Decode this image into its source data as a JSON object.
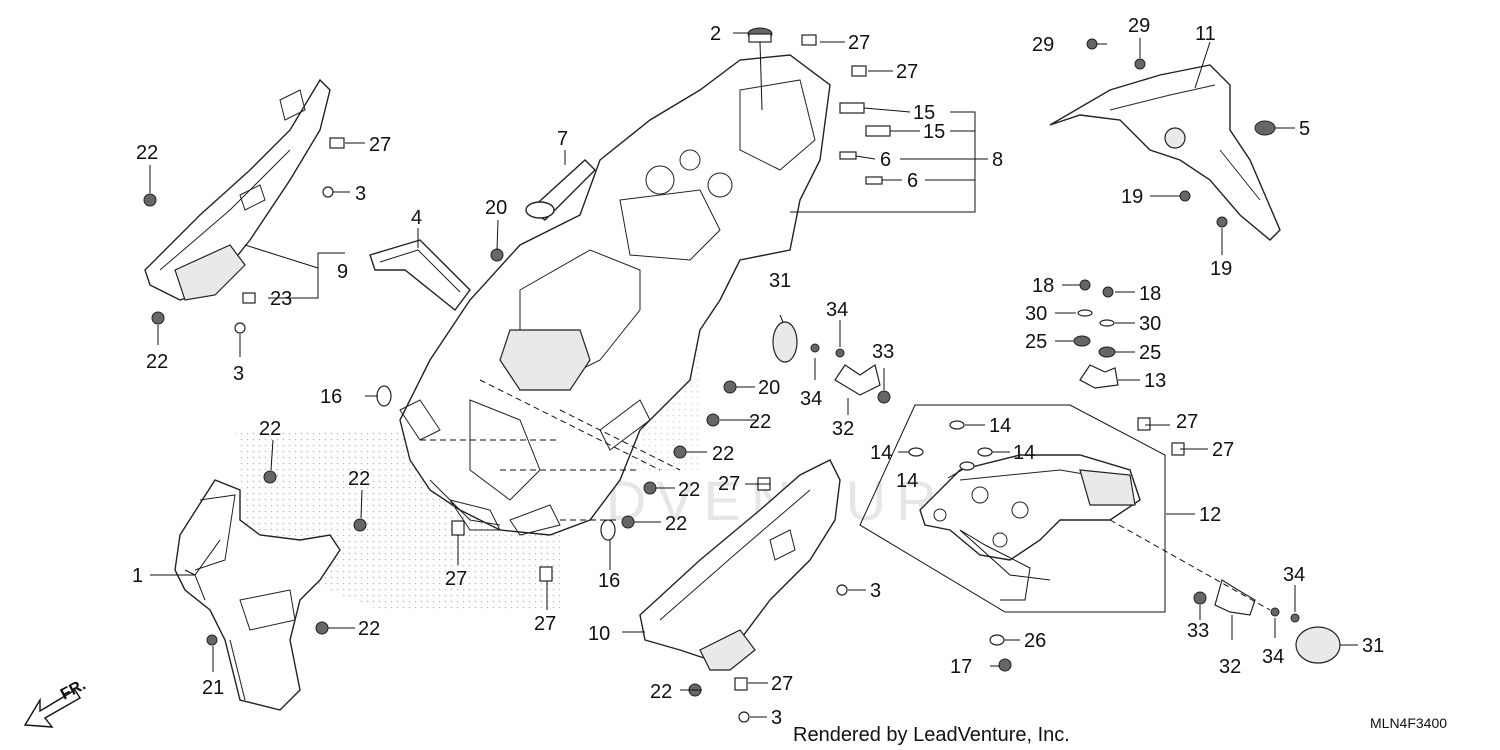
{
  "diagram": {
    "callouts": {
      "c1": "1",
      "c2": "2",
      "c3a": "3",
      "c3b": "3",
      "c3c": "3",
      "c3d": "3",
      "c4": "4",
      "c5": "5",
      "c6a": "6",
      "c6b": "6",
      "c7": "7",
      "c8": "8",
      "c9": "9",
      "c10": "10",
      "c11": "11",
      "c12": "12",
      "c13": "13",
      "c14a": "14",
      "c14b": "14",
      "c14c": "14",
      "c14d": "14",
      "c15a": "15",
      "c15b": "15",
      "c16a": "16",
      "c16b": "16",
      "c17": "17",
      "c18a": "18",
      "c18b": "18",
      "c19a": "19",
      "c19b": "19",
      "c20a": "20",
      "c20b": "20",
      "c21": "21",
      "c22a": "22",
      "c22b": "22",
      "c22c": "22",
      "c22d": "22",
      "c22e": "22",
      "c22f": "22",
      "c22g": "22",
      "c22h": "22",
      "c22i": "22",
      "c22j": "22",
      "c23": "23",
      "c25a": "25",
      "c25b": "25",
      "c26": "26",
      "c27a": "27",
      "c27b": "27",
      "c27c": "27",
      "c27d": "27",
      "c27e": "27",
      "c27f": "27",
      "c27g": "27",
      "c27h": "27",
      "c27i": "27",
      "c29a": "29",
      "c29b": "29",
      "c30a": "30",
      "c30b": "30",
      "c31a": "31",
      "c31b": "31",
      "c32a": "32",
      "c32b": "32",
      "c33a": "33",
      "c33b": "33",
      "c34a": "34",
      "c34b": "34",
      "c34c": "34",
      "c34d": "34"
    },
    "direction_label": "FR.",
    "watermark": "LEADVENTURE",
    "footer_credit": "Rendered by LeadVenture, Inc.",
    "diagram_code": "MLN4F3400"
  }
}
